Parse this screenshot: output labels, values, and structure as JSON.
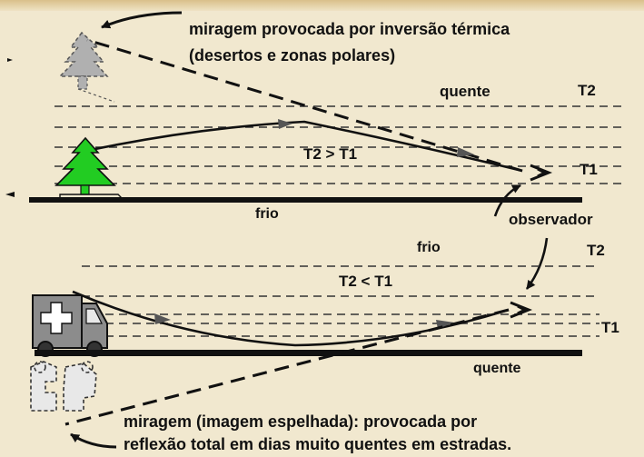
{
  "top_panel": {
    "caption_line1": "miragem provocada por inversão térmica",
    "caption_line2": "(desertos e zonas polares)",
    "layer_hot_label": "quente",
    "upper_layer": "T2",
    "condition": "T2 > T1",
    "lower_layer": "T1",
    "ground_label": "frio"
  },
  "observer_label": "observador",
  "bottom_panel": {
    "layer_cold_label": "frio",
    "upper_layer": "T2",
    "condition": "T2 < T1",
    "lower_layer": "T1",
    "ground_label": "quente",
    "caption_line1": "miragem (imagem espelhada): provocada por",
    "caption_line2": "reflexão total em dias muito quentes em estradas."
  },
  "colors": {
    "background": "#f1e8cf",
    "tree": "#22cc22",
    "mirage_tree": "#b0b0b0",
    "ambulance": "#8c8c8c",
    "ink": "#111111"
  },
  "icons": {
    "object_top": "tree-icon",
    "object_bottom": "ambulance-icon",
    "observer": "eye-icon"
  }
}
